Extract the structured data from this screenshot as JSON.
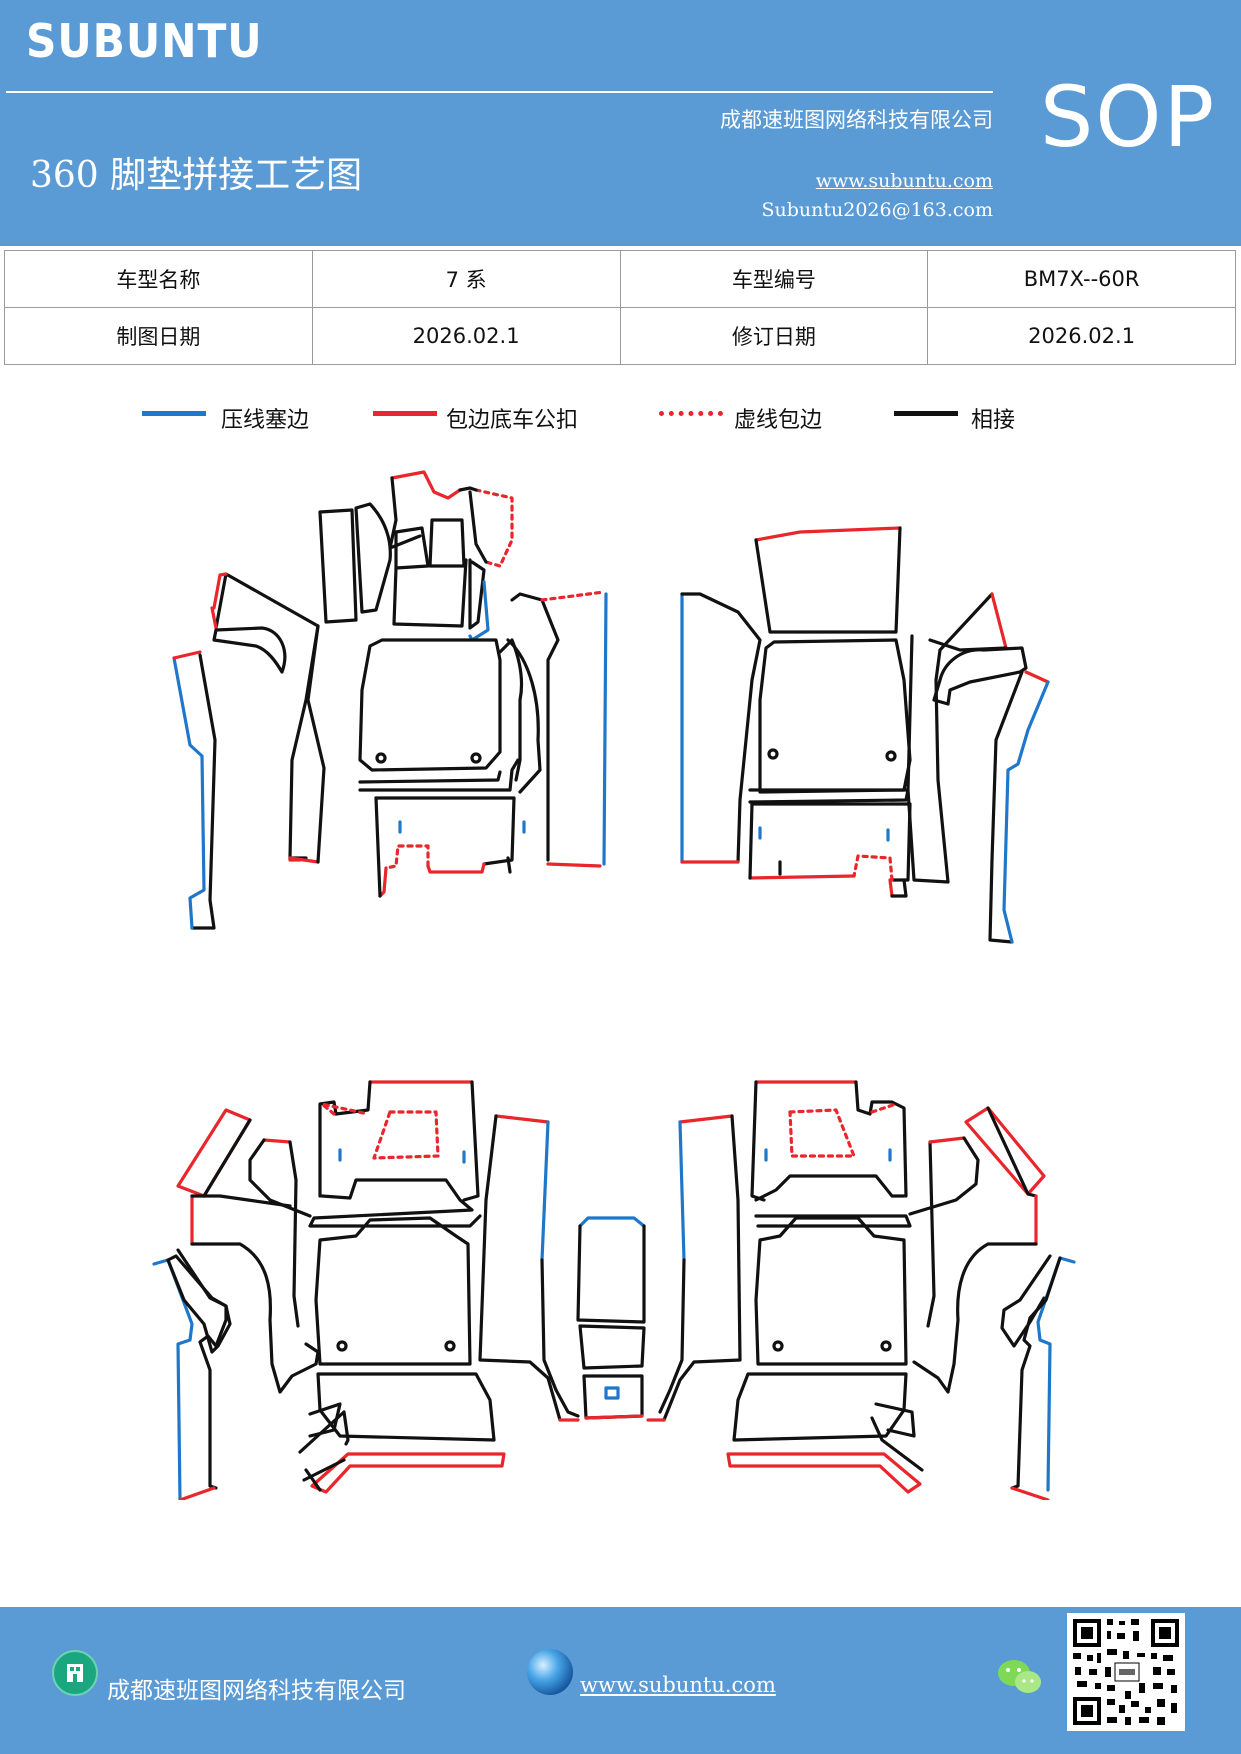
{
  "header": {
    "brand": "SUBUNTU",
    "badge": "SOP",
    "title": "360 脚垫拼接工艺图",
    "company": "成都速班图网络科技有限公司",
    "website": "www.subuntu.com",
    "email": "Subuntu2026@163.com"
  },
  "info_table": {
    "rows": [
      {
        "label1": "车型名称",
        "value1": "7 系",
        "label2": "车型编号",
        "value2": "BM7X--60R"
      },
      {
        "label1": "制图日期",
        "value1": "2026.02.1",
        "label2": "修订日期",
        "value2": "2026.02.1"
      }
    ]
  },
  "legend": {
    "items": [
      {
        "label": "压线塞边",
        "color": "#1f77c9",
        "style": "solid"
      },
      {
        "label": "包边底车公扣",
        "color": "#e8262b",
        "style": "solid"
      },
      {
        "label": "虚线包边",
        "color": "#e8262b",
        "style": "dotted"
      },
      {
        "label": "相接",
        "color": "#111111",
        "style": "solid"
      }
    ]
  },
  "colors": {
    "header_bg": "#5b9bd5",
    "blue_edge": "#1f77c9",
    "red_edge": "#e8262b",
    "black_edge": "#111111"
  },
  "footer": {
    "company": "成都速班图网络科技有限公司",
    "website": "www.subuntu.com",
    "icons": [
      "building-icon",
      "globe-icon",
      "wechat-icon",
      "qr-code"
    ]
  }
}
